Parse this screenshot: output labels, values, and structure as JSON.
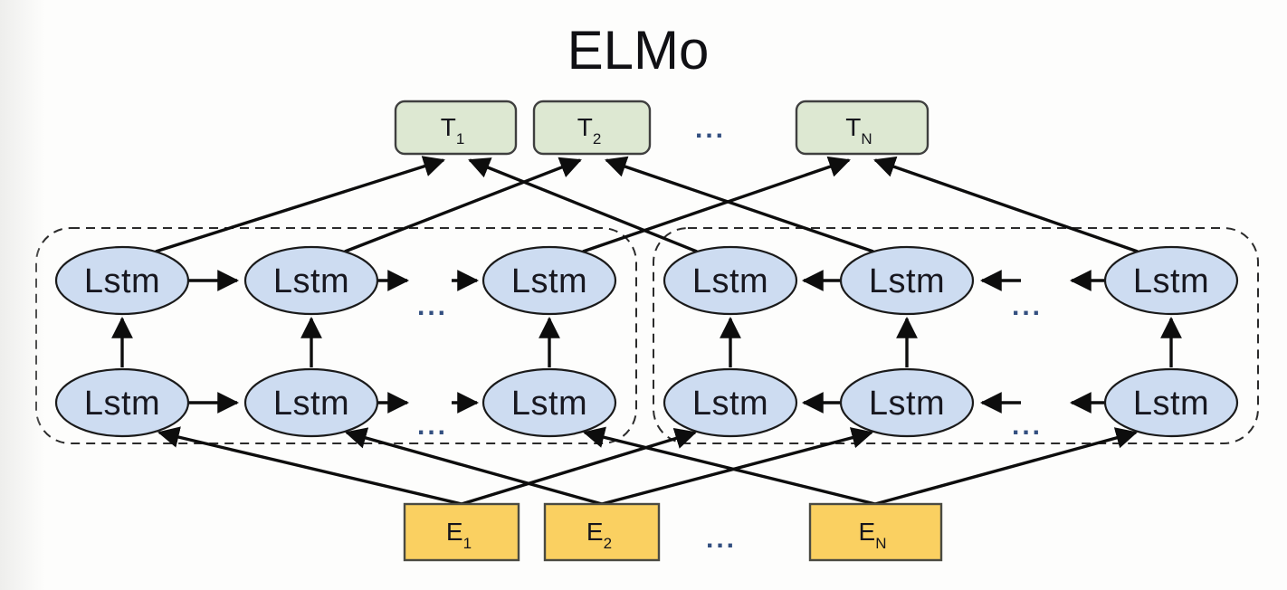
{
  "title": "ELMo",
  "ellipsis": "...",
  "lstm": {
    "label": "Lstm"
  },
  "output_layer": {
    "nodes": [
      {
        "base": "T",
        "sub": "1"
      },
      {
        "base": "T",
        "sub": "2"
      },
      {
        "base": "T",
        "sub": "N"
      }
    ]
  },
  "embedding_layer": {
    "nodes": [
      {
        "base": "E",
        "sub": "1"
      },
      {
        "base": "E",
        "sub": "2"
      },
      {
        "base": "E",
        "sub": "N"
      }
    ]
  },
  "colors": {
    "output_fill": "#dde8d2",
    "lstm_fill": "#cddcf1",
    "embed_fill": "#fad061",
    "line": "#0d0d0d",
    "ellipsis_color": "#334f80"
  }
}
